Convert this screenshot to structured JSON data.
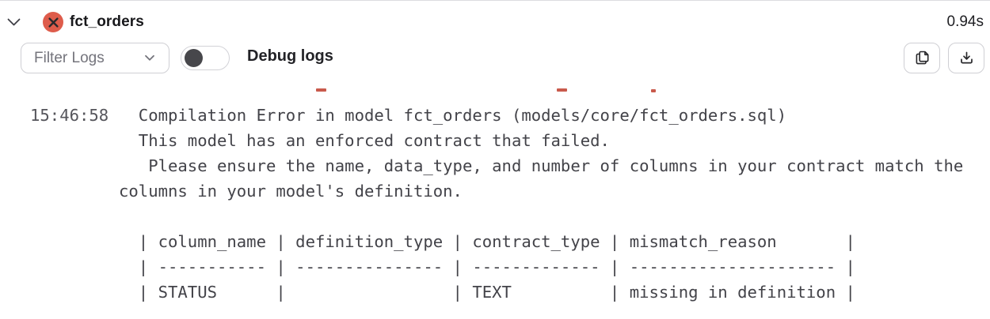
{
  "header": {
    "model_name": "fct_orders",
    "duration": "0.94s",
    "status": "error"
  },
  "toolbar": {
    "filter_dropdown": {
      "label": "Filter Logs"
    },
    "debug_toggle": {
      "label": "Debug logs",
      "on": false
    }
  },
  "colors": {
    "error_red": "#de5c4b",
    "clipped_text_red": "#c95a4c"
  },
  "log": {
    "entry": {
      "timestamp": "15:46:58",
      "message_lines": [
        "  Compilation Error in model fct_orders (models/core/fct_orders.sql)",
        "  This model has an enforced contract that failed.",
        "   Please ensure the name, data_type, and number of columns in your contract match the",
        "columns in your model's definition.",
        "",
        "  | column_name | definition_type | contract_type | mismatch_reason       |",
        "  | ----------- | --------------- | ------------- | --------------------- |",
        "  | STATUS      |                 | TEXT          | missing in definition |"
      ]
    }
  }
}
